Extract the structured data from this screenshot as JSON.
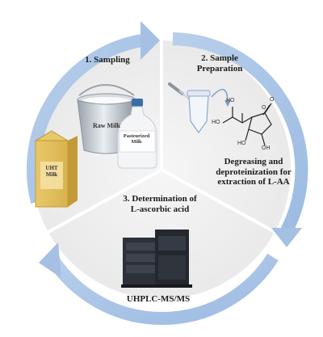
{
  "colors": {
    "ring": "#a9c3e4",
    "ring_dark": "#8fb0da",
    "segment": "#eeeeee",
    "divider": "#ffffff",
    "text": "#1b1b1b"
  },
  "steps": [
    {
      "label": "1. Sampling"
    },
    {
      "label_line1": "2. Sample",
      "label_line2": "Preparation",
      "caption_line1": "Degreasing and",
      "caption_line2": "deproteinization for",
      "caption_line3": "extraction of L-AA"
    },
    {
      "label_line1": "3. Determination of",
      "label_line2": "L-ascorbic acid",
      "caption": "UHPLC-MS/MS"
    }
  ],
  "milk": {
    "raw": "Raw Milk",
    "pasteurized_line1": "Pasteurized",
    "pasteurized_line2": "Milk",
    "uht_line1": "UHT",
    "uht_line2": "Milk"
  },
  "molecule": {
    "oh": "HO",
    "oh2": "HO",
    "ho": "HO",
    "oh3": "OH",
    "o1": "O",
    "o2": "O"
  },
  "icons": [
    "cycle-arrow-icon",
    "bucket-icon",
    "bottle-icon",
    "carton-icon",
    "tube-icon",
    "pipette-icon",
    "molecule-icon",
    "instrument-icon"
  ]
}
